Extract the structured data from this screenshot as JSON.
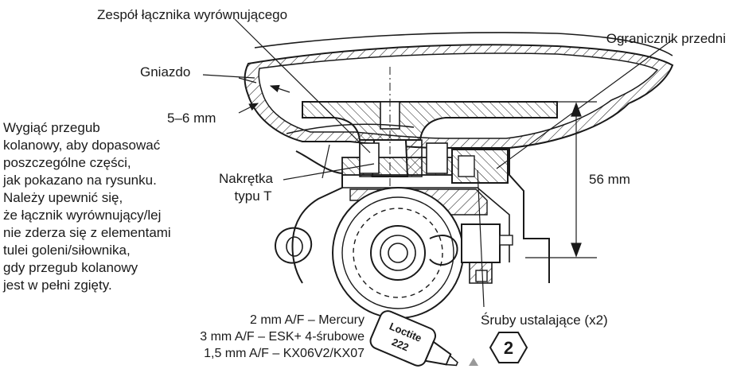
{
  "labels": {
    "assembly": "Zespół łącznika wyrównującego",
    "front_stop": "Ogranicznik przedni",
    "socket": "Gniazdo",
    "thickness": "5–6 mm",
    "t_nut_line1": "Nakrętka",
    "t_nut_line2": "typu T",
    "height": "56 mm",
    "set_screws": "Śruby ustalające (x2)"
  },
  "instruction_lines": [
    "Wygiąć przegub",
    "kolanowy, aby dopasować",
    "poszczególne części,",
    "jak pokazano na rysunku.",
    "Należy upewnić się,",
    "że łącznik wyrównujący/lej",
    "nie zderza się z elementami",
    "tulei goleni/siłownika,",
    "gdy przegub kolanowy",
    "jest w pełni zgięty."
  ],
  "torque_lines": [
    "2 mm A/F – Mercury",
    "3 mm A/F – ESK+ 4-śrubowe",
    "1,5 mm A/F – KX06V2/KX07"
  ],
  "loctite": {
    "brand": "Loctite",
    "code": "222"
  },
  "step_badge": "2"
}
